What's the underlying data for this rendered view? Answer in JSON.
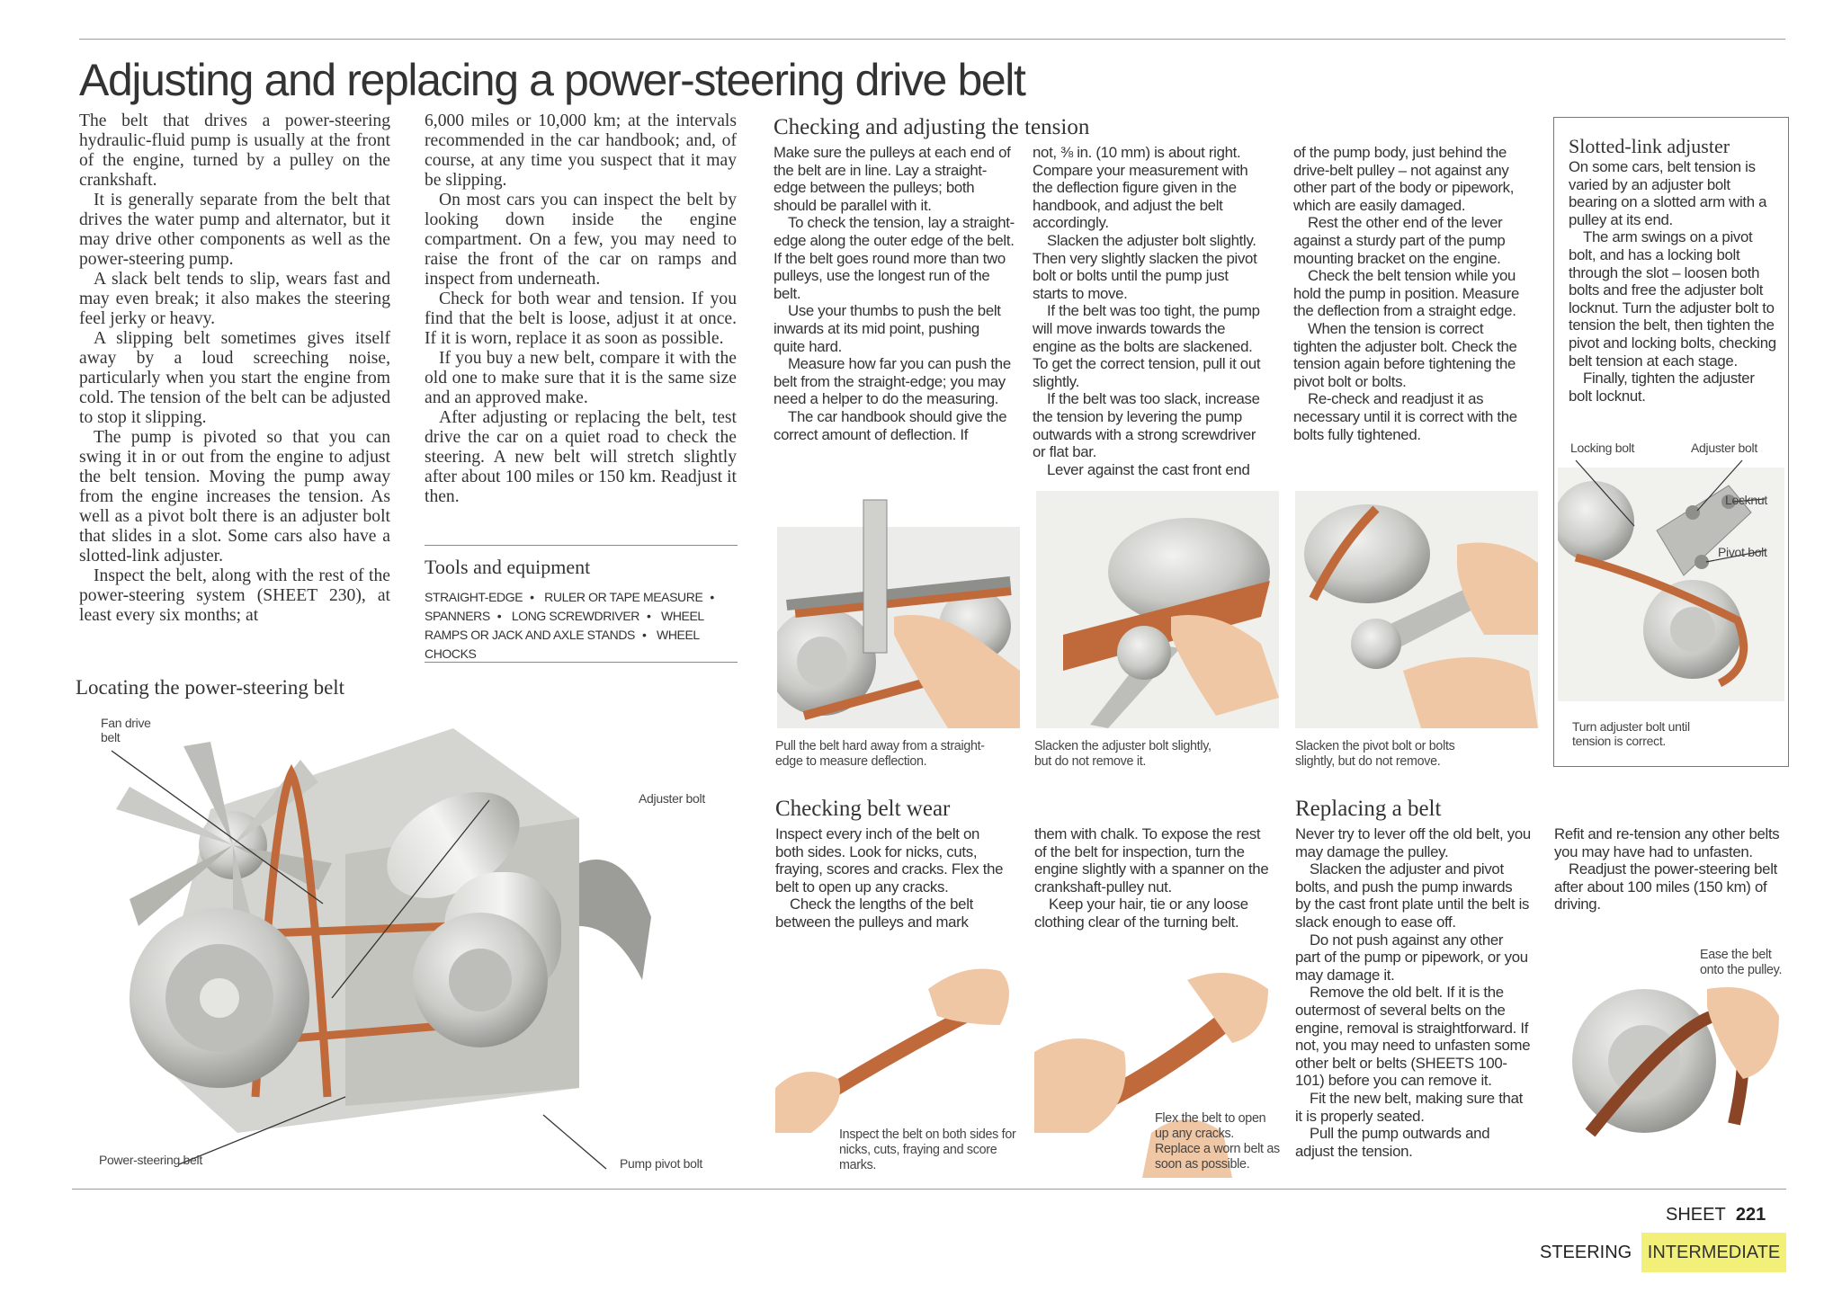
{
  "page_title": "Adjusting and replacing a power-steering drive belt",
  "intro": {
    "col1": [
      "The belt that drives a power-steering hydraulic-fluid pump is usually at the front of the engine, turned by a pulley on the crankshaft.",
      "It is generally separate from the belt that drives the water pump and alternator, but it may drive other components as well as the power-steering pump.",
      "A slack belt tends to slip, wears fast and may even break; it also makes the steering feel jerky or heavy.",
      "A slipping belt sometimes gives itself away by a loud screeching noise, particularly when you start the engine from cold. The tension of the belt can be adjusted to stop it slipping.",
      "The pump is pivoted so that you can swing it in or out from the engine to adjust the belt tension. Moving the pump away from the engine increases the tension. As well as a pivot bolt there is an adjuster bolt that slides in a slot. Some cars also have a slotted-link adjuster.",
      "Inspect the belt, along with the rest of the power-steering system (SHEET 230), at least every six months; at"
    ],
    "col2": [
      "6,000 miles or 10,000 km; at the intervals recommended in the car handbook; and, of course, at any time you suspect that it may be slipping.",
      "On most cars you can inspect the belt by looking down inside the engine compartment. On a few, you may need to raise the front of the car on ramps and inspect from underneath.",
      "Check for both wear and tension. If you find that the belt is loose, adjust it at once. If it is worn, replace it as soon as possible.",
      "If you buy a new belt, compare it with the old one to make sure that it is the same size and an approved make.",
      "After adjusting or replacing the belt, test drive the car on a quiet road to check the steering. A new belt will stretch slightly after about 100 miles or 150 km. Readjust it then."
    ]
  },
  "tools": {
    "heading": "Tools and equipment",
    "items": [
      "Straight-edge",
      "Ruler or tape measure",
      "Spanners",
      "Long screwdriver",
      "Wheel ramps or jack and axle stands",
      "Wheel chocks"
    ]
  },
  "locating": {
    "heading": "Locating the power-steering belt",
    "labels": {
      "fan": "Fan drive belt",
      "adjuster": "Adjuster bolt",
      "ps_belt": "Power-steering belt",
      "pivot": "Pump pivot bolt"
    }
  },
  "tension": {
    "heading": "Checking and adjusting the tension",
    "col1": [
      "Make sure the pulleys at each end of the belt are in line. Lay a straight-edge between the pulleys; both should be parallel with it.",
      "To check the tension, lay a straight-edge along the outer edge of the belt. If the belt goes round more than two pulleys, use the longest run of the belt.",
      "Use your thumbs to push the belt inwards at its mid point, pushing quite hard.",
      "Measure how far you can push the belt from the straight-edge; you may need a helper to do the measuring.",
      "The car handbook should give the correct amount of deflection. If"
    ],
    "col2": [
      "not, ⅜ in. (10 mm) is about right. Compare your measurement with the deflection figure given in the handbook, and adjust the belt accordingly.",
      "Slacken the adjuster bolt slightly. Then very slightly slacken the pivot bolt or bolts until the pump just starts to move.",
      "If the belt was too tight, the pump will move inwards towards the engine as the bolts are slackened. To get the correct tension, pull it out slightly.",
      "If the belt was too slack, increase the tension by levering the pump outwards with a strong screwdriver or flat bar.",
      "Lever against the cast front end"
    ],
    "col3": [
      "of the pump body, just behind the drive-belt pulley – not against any other part of the body or pipework, which are easily damaged.",
      "Rest the other end of the lever against a sturdy part of the pump mounting bracket on the engine.",
      "Check the belt tension while you hold the pump in position. Measure the deflection from a straight edge.",
      "When the tension is correct tighten the adjuster bolt. Check the tension again before tightening the pivot bolt or bolts.",
      "Re-check and readjust it as necessary until it is correct with the bolts fully tightened."
    ],
    "captions": [
      "Pull the belt hard away from a straight-edge to measure deflection.",
      "Slacken the adjuster bolt slightly, but do not remove it.",
      "Slacken the pivot bolt or bolts slightly, but do not remove."
    ]
  },
  "slotted": {
    "heading": "Slotted-link adjuster",
    "paras": [
      "On some cars, belt tension is varied by an adjuster bolt bearing on a slotted arm with a pulley at its end.",
      "The arm swings on a pivot bolt, and has a locking bolt through the slot – loosen both bolts and free the adjuster bolt locknut. Turn the adjuster bolt to tension the belt, then tighten the pivot and locking bolts, checking belt tension at each stage.",
      "Finally, tighten the adjuster bolt locknut."
    ],
    "labels": {
      "locking": "Locking bolt",
      "adjuster": "Adjuster bolt",
      "locknut": "Locknut",
      "pivot": "Pivot bolt",
      "turn": "Turn adjuster bolt until tension is correct."
    }
  },
  "wear": {
    "heading": "Checking belt wear",
    "col1": [
      "Inspect every inch of the belt on both sides. Look for nicks, cuts, fraying, scores and cracks. Flex the belt to open up any cracks.",
      "Check the lengths of the belt between the pulleys and mark"
    ],
    "col2": [
      "them with chalk. To expose the rest of the belt for inspection, turn the engine slightly with a spanner on the crankshaft-pulley nut.",
      "Keep your hair, tie or any loose clothing clear of the turning belt."
    ],
    "captions": [
      "Inspect the belt on both sides for nicks, cuts, fraying and score marks.",
      "Flex the belt to open up any cracks. Replace a worn belt as soon as possible."
    ]
  },
  "replacing": {
    "heading": "Replacing a belt",
    "col1": [
      "Never try to lever off the old belt, you may damage the pulley.",
      "Slacken the adjuster and pivot bolts, and push the pump inwards by the cast front plate until the belt is slack enough to ease off.",
      "Do not push against any other part of the pump or pipework, or you may damage it.",
      "Remove the old belt. If it is the outermost of several belts on the engine, removal is straightforward. If not, you may need to unfasten some other belt or belts (SHEETS 100-101) before you can remove it.",
      "Fit the new belt, making sure that it is properly seated.",
      "Pull the pump outwards and adjust the tension."
    ],
    "col2": [
      "Refit and re-tension any other belts you may have had to unfasten.",
      "Readjust the power-steering belt after about 100 miles (150 km) of driving."
    ],
    "caption": "Ease the belt onto the pulley."
  },
  "footer": {
    "sheet_label": "SHEET",
    "sheet_number": "221",
    "section": "STEERING",
    "level": "INTERMEDIATE",
    "level_color": "#f3f07a"
  }
}
